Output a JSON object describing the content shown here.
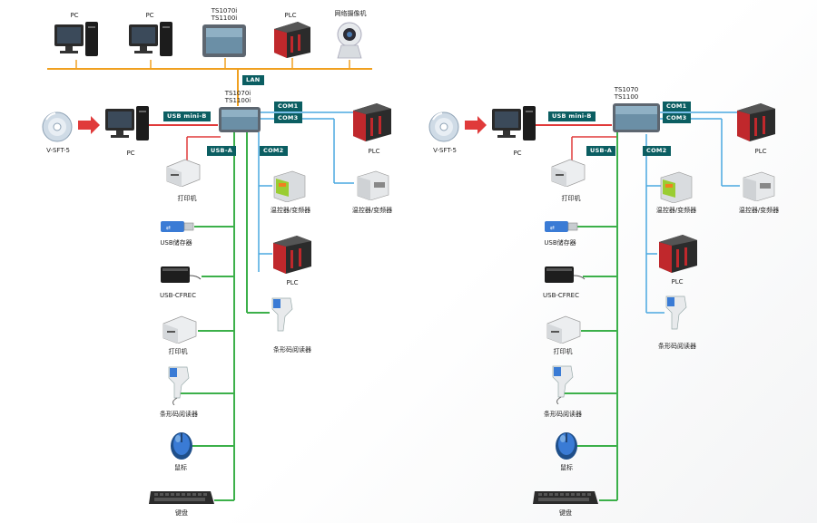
{
  "top_network": {
    "pc1": "PC",
    "pc2": "PC",
    "hmi": [
      "TS1070i",
      "TS1100i"
    ],
    "plc": "PLC",
    "camera": "网络摄像机",
    "lan": "LAN"
  },
  "left": {
    "software": "V-SFT-5",
    "pc": "PC",
    "hmi": [
      "TS1070i",
      "TS1100i"
    ],
    "ports": {
      "usb_mini_b": "USB mini-B",
      "usb_a": "USB-A",
      "com1": "COM1",
      "com3": "COM3",
      "com2": "COM2"
    },
    "plc_right": "PLC",
    "controller_1": "温控器/变频器",
    "controller_2": "温控器/变频器",
    "plc_mid": "PLC",
    "barcode_mid": "条形码阅读器",
    "printer_1": "打印机",
    "usb_storage": "USB储存器",
    "cf_card": "USB-CFREC",
    "printer_2": "打印机",
    "barcode": "条形码阅读器",
    "mouse": "鼠标",
    "keyboard": "键盘"
  },
  "right": {
    "software": "V-SFT-5",
    "pc": "PC",
    "hmi": [
      "TS1070",
      "TS1100"
    ],
    "ports": {
      "usb_mini_b": "USB mini-B",
      "usb_a": "USB-A",
      "com1": "COM1",
      "com3": "COM3",
      "com2": "COM2"
    },
    "plc_right": "PLC",
    "controller_1": "温控器/变频器",
    "controller_2": "温控器/变频器",
    "plc_mid": "PLC",
    "barcode_mid": "条形码阅读器",
    "printer_1": "打印机",
    "usb_storage": "USB储存器",
    "cf_card": "USB-CFREC",
    "printer_2": "打印机",
    "barcode": "条形码阅读器",
    "mouse": "鼠标",
    "keyboard": "键盘"
  },
  "colors": {
    "lan": "#f0a020",
    "usb": "#e03a3a",
    "serial": "#4aa8e0",
    "usb_a": "#3cb04a",
    "tag": "#0b5e62"
  }
}
